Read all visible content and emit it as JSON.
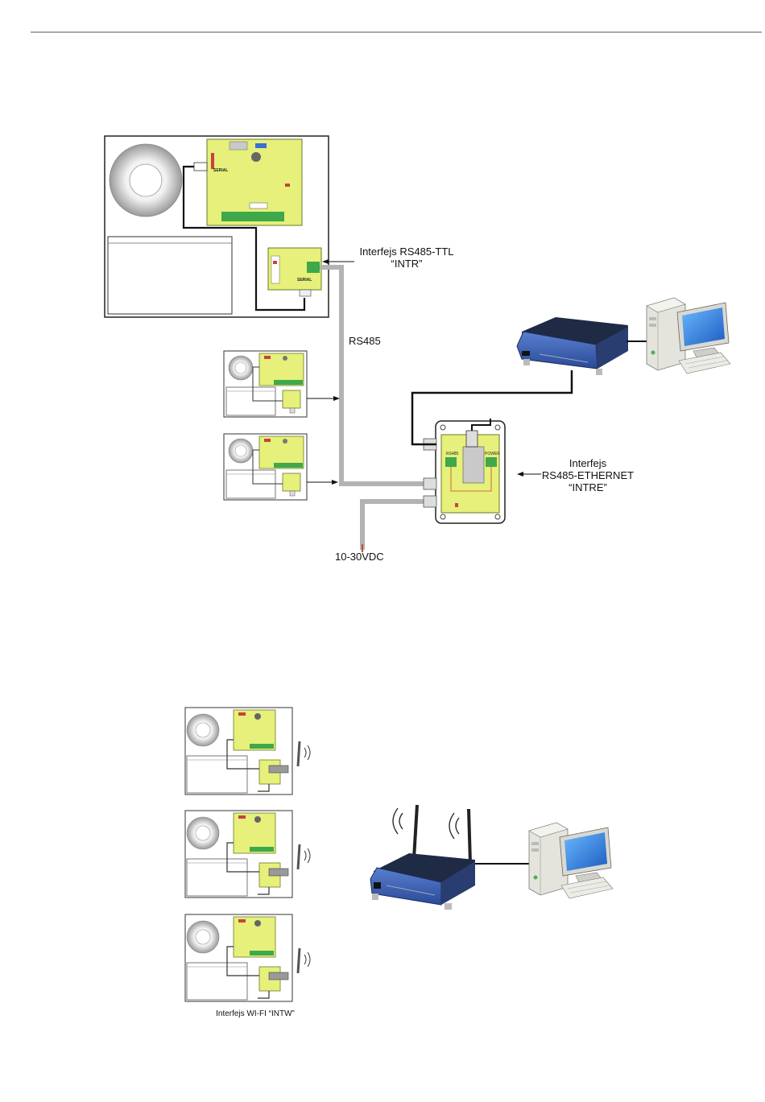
{
  "diagram1": {
    "label_intr_line1": "Interfejs RS485-TTL",
    "label_intr_line2": "“INTR”",
    "label_rs485": "RS485",
    "label_intre_line1": "Interfejs",
    "label_intre_line2": "RS485-ETHERNET",
    "label_intre_line3": "“INTRE”",
    "label_power": "10-30VDC",
    "board_serial": "SERIAL",
    "module_serial": "SERIAL",
    "intre_rs485": "RS485",
    "intre_power": "POWER"
  },
  "diagram2": {
    "label_intw": "Interfejs WI-FI “INTW”"
  },
  "colors": {
    "pcb": "#e6f07a",
    "pcb_border": "#6a7a2a",
    "terminal": "#3fa84a",
    "router": "#3a5fa8",
    "router_dark": "#1f2a44",
    "rs485_cable": "#b3b3b3",
    "pc_beige": "#e4e4dc",
    "monitor_screen": "#2a7ad6"
  }
}
